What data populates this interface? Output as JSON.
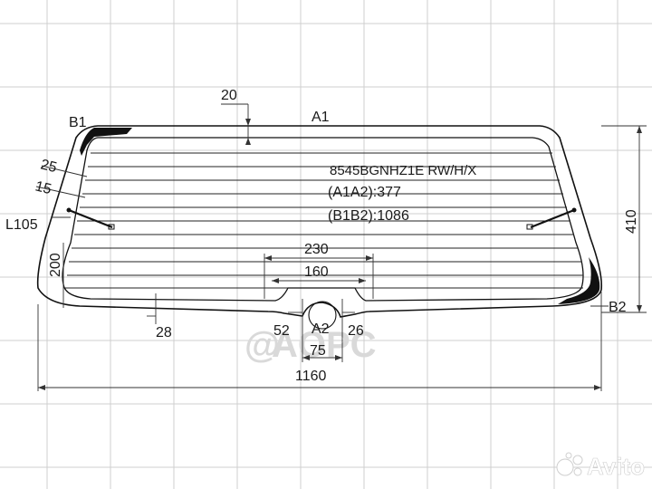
{
  "part": {
    "code": "8545BGNHZ1E RW/H/X",
    "a1a2": "(A1A2):377",
    "b1b2": "(B1B2):1086"
  },
  "points": {
    "a1": "A1",
    "a2": "A2",
    "b1": "B1",
    "b2": "B2"
  },
  "dimensions": {
    "top_gap": "20",
    "corner_25": "25",
    "corner_15": "15",
    "left_l105": "L105",
    "left_200": "200",
    "bottom_28": "28",
    "width_230": "230",
    "width_160": "160",
    "notch_52": "52",
    "notch_26": "26",
    "notch_75": "75",
    "total_width": "1160",
    "total_height": "410"
  },
  "watermark": {
    "left_logo": "@",
    "left_text": "AOPC",
    "brand": "Avito"
  },
  "colors": {
    "line": "#111111",
    "grid": "#cfcfcf",
    "ceramic": "#111111"
  }
}
